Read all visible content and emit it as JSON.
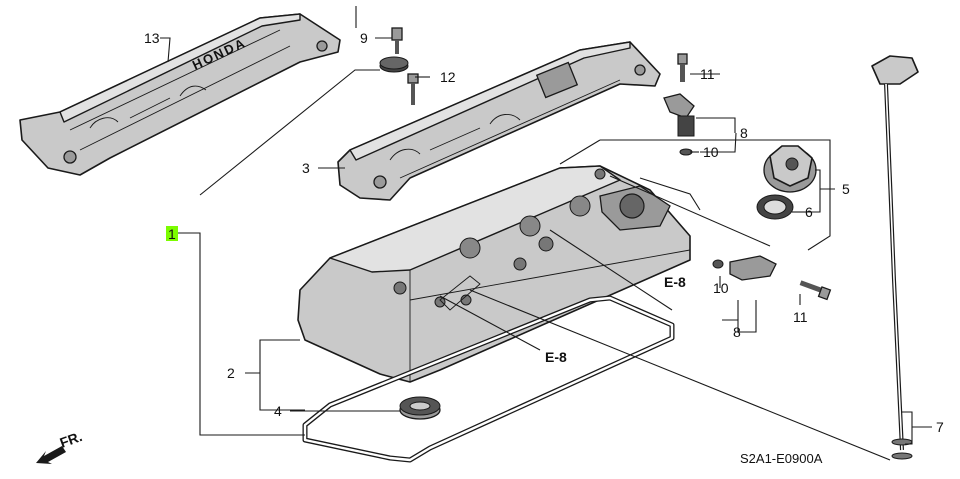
{
  "diagram": {
    "drawing_code": "S2A1-E0900A",
    "front_marker": "FR.",
    "references": [
      "E-8",
      "E-8"
    ],
    "callouts": [
      {
        "id": "1",
        "text": "1",
        "highlighted": true
      },
      {
        "id": "2",
        "text": "2"
      },
      {
        "id": "3",
        "text": "3"
      },
      {
        "id": "4",
        "text": "4"
      },
      {
        "id": "5",
        "text": "5"
      },
      {
        "id": "6",
        "text": "6"
      },
      {
        "id": "7",
        "text": "7"
      },
      {
        "id": "8a",
        "text": "8"
      },
      {
        "id": "8b",
        "text": "8"
      },
      {
        "id": "9",
        "text": "9"
      },
      {
        "id": "10a",
        "text": "10"
      },
      {
        "id": "10b",
        "text": "10"
      },
      {
        "id": "11a",
        "text": "11"
      },
      {
        "id": "11b",
        "text": "11"
      },
      {
        "id": "12",
        "text": "12"
      },
      {
        "id": "13",
        "text": "13"
      }
    ],
    "highlight_color": "#7CFC00",
    "line_color": "#1a1a1a",
    "part_fill": "#c9c9c9"
  }
}
